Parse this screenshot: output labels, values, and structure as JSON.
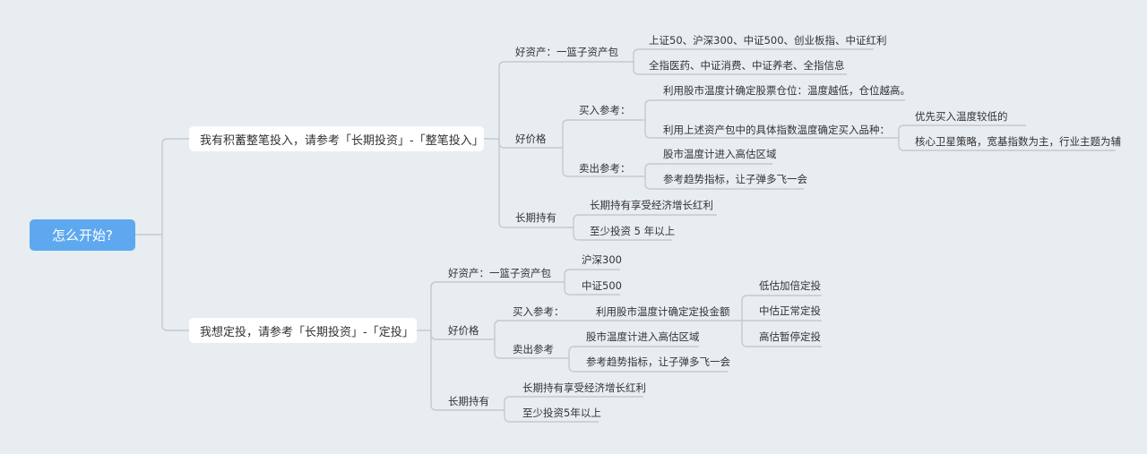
{
  "root": "怎么开始?",
  "branch1": {
    "title": "我有积蓄整笔投入，请参考「长期投资」-「整笔投入」",
    "good_asset": {
      "label": "好资产：一篮子资产包",
      "items": [
        "上证50、沪深300、中证500、创业板指、中证红利",
        "全指医药、中证消费、中证养老、全指信息"
      ]
    },
    "good_price": {
      "label": "好价格",
      "buy": {
        "label": "买入参考：",
        "items": [
          "利用股市温度计确定股票仓位：温度越低，仓位越高。",
          "利用上述资产包中的具体指数温度确定买入品种："
        ],
        "sub_items": [
          "优先买入温度较低的",
          "核心卫星策略，宽基指数为主，行业主题为辅"
        ]
      },
      "sell": {
        "label": "卖出参考：",
        "items": [
          "股市温度计进入高估区域",
          "参考趋势指标，让子弹多飞一会"
        ]
      }
    },
    "hold": {
      "label": "长期持有",
      "items": [
        "长期持有享受经济增长红利",
        "至少投资 5 年以上"
      ]
    }
  },
  "branch2": {
    "title": "我想定投，请参考「长期投资」-「定投」",
    "good_asset": {
      "label": "好资产：一篮子资产包",
      "items": [
        "沪深300",
        "中证500"
      ]
    },
    "good_price": {
      "label": "好价格",
      "buy": {
        "label": "买入参考：",
        "item": "利用股市温度计确定定投金额",
        "sub_items": [
          "低估加倍定投",
          "中估正常定投",
          "高估暂停定投"
        ]
      },
      "sell": {
        "label": "卖出参考",
        "items": [
          "股市温度计进入高估区域",
          "参考趋势指标，让子弹多飞一会"
        ]
      }
    },
    "hold": {
      "label": "长期持有",
      "items": [
        "长期持有享受经济增长红利",
        "至少投资5年以上"
      ]
    }
  }
}
